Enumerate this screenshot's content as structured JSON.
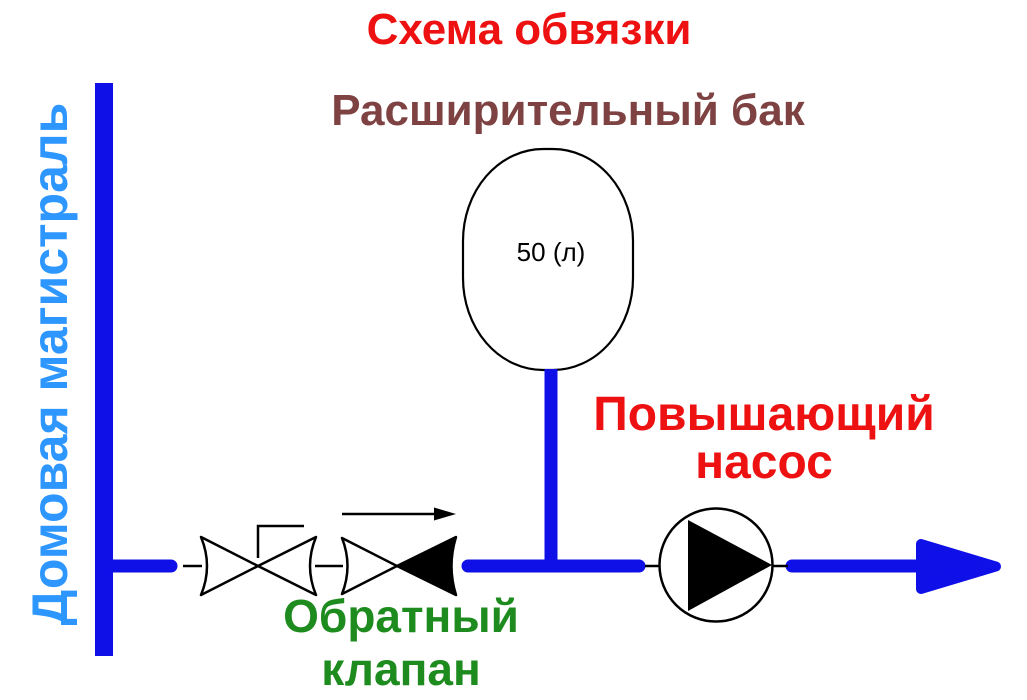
{
  "diagram": {
    "title": "Схема обвязки",
    "expansion_tank": {
      "label": "Расширительный бак",
      "capacity": "50 (л)"
    },
    "house_main": {
      "label": "Домовая магистраль"
    },
    "check_valve": {
      "label_lines": [
        "Обратный",
        "клапан"
      ]
    },
    "boost_pump": {
      "label_lines": [
        "Повышающий",
        "насос"
      ]
    },
    "symbols": [
      "house-main-pipe",
      "branch-pipe",
      "shutoff-valve-symbol",
      "check-valve-symbol",
      "flow-direction-arrow",
      "expansion-tank-shape",
      "boost-pump-symbol",
      "outlet-arrow"
    ],
    "colors": {
      "pipe": "#0f0fe8",
      "symbol_stroke": "#000000",
      "title_text": "#ee1111",
      "tank_label_text": "#7e4242",
      "house_main_text": "#2e96ff",
      "check_valve_text": "#1e8b1e",
      "pump_label_text": "#ee1111",
      "background": "#ffffff"
    }
  }
}
